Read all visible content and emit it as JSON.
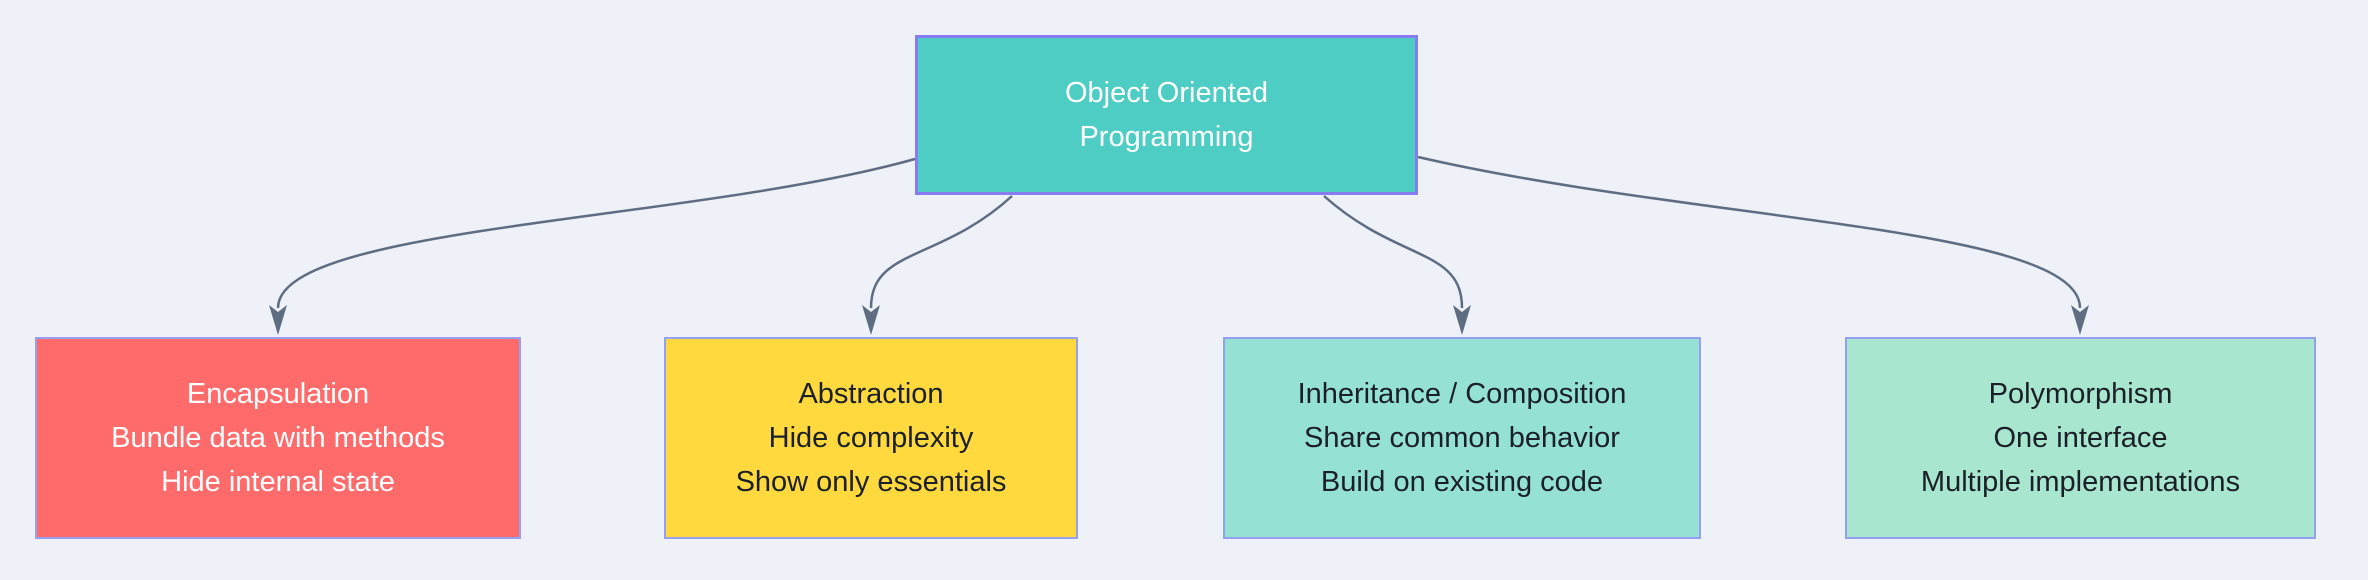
{
  "diagram": {
    "background_color": "#eef1f7",
    "connector_color": "#5f6d82",
    "root": {
      "label_lines": [
        "Object Oriented",
        "Programming"
      ],
      "fill_color": "#4ECDC4",
      "border_color": "#867EF0",
      "text_color": "#FFFFFF"
    },
    "children": [
      {
        "label_lines": [
          "Encapsulation",
          "Bundle data with methods",
          "Hide internal state"
        ],
        "fill_color": "#FF6B6B",
        "border_color": "#95A0F0",
        "text_color": "#FFFFFF"
      },
      {
        "label_lines": [
          "Abstraction",
          "Hide complexity",
          "Show only essentials"
        ],
        "fill_color": "#FFD93D",
        "border_color": "#95A0F0",
        "text_color": "#1B1F27"
      },
      {
        "label_lines": [
          "Inheritance / Composition",
          "Share common behavior",
          "Build on existing code"
        ],
        "fill_color": "#95E1D3",
        "border_color": "#95A0F0",
        "text_color": "#1B1F27"
      },
      {
        "label_lines": [
          "Polymorphism",
          "One interface",
          "Multiple implementations"
        ],
        "fill_color": "#A8E6CF",
        "border_color": "#95A0F0",
        "text_color": "#1B1F27"
      }
    ]
  }
}
